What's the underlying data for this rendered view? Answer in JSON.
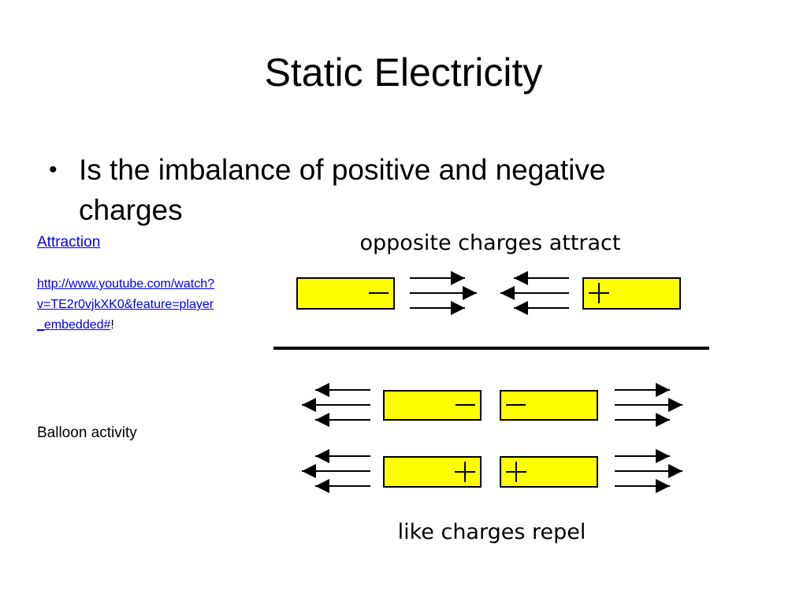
{
  "slide": {
    "title": "Static Electricity",
    "bullets": [
      "Is the imbalance of positive and negative charges"
    ]
  },
  "links": {
    "attraction_label": "Attraction",
    "youtube_url_text": "http://www.youtube.com/watch?v=TE2r0vjkXK0&feature=player_embedded#",
    "youtube_suffix": "!"
  },
  "notes": {
    "balloon_activity": "Balloon activity"
  },
  "diagram": {
    "top_caption": "opposite charges attract",
    "bottom_caption": "like charges repel",
    "box_fill": "#ffff00",
    "negative_symbol": "minus",
    "positive_symbol": "plus"
  }
}
